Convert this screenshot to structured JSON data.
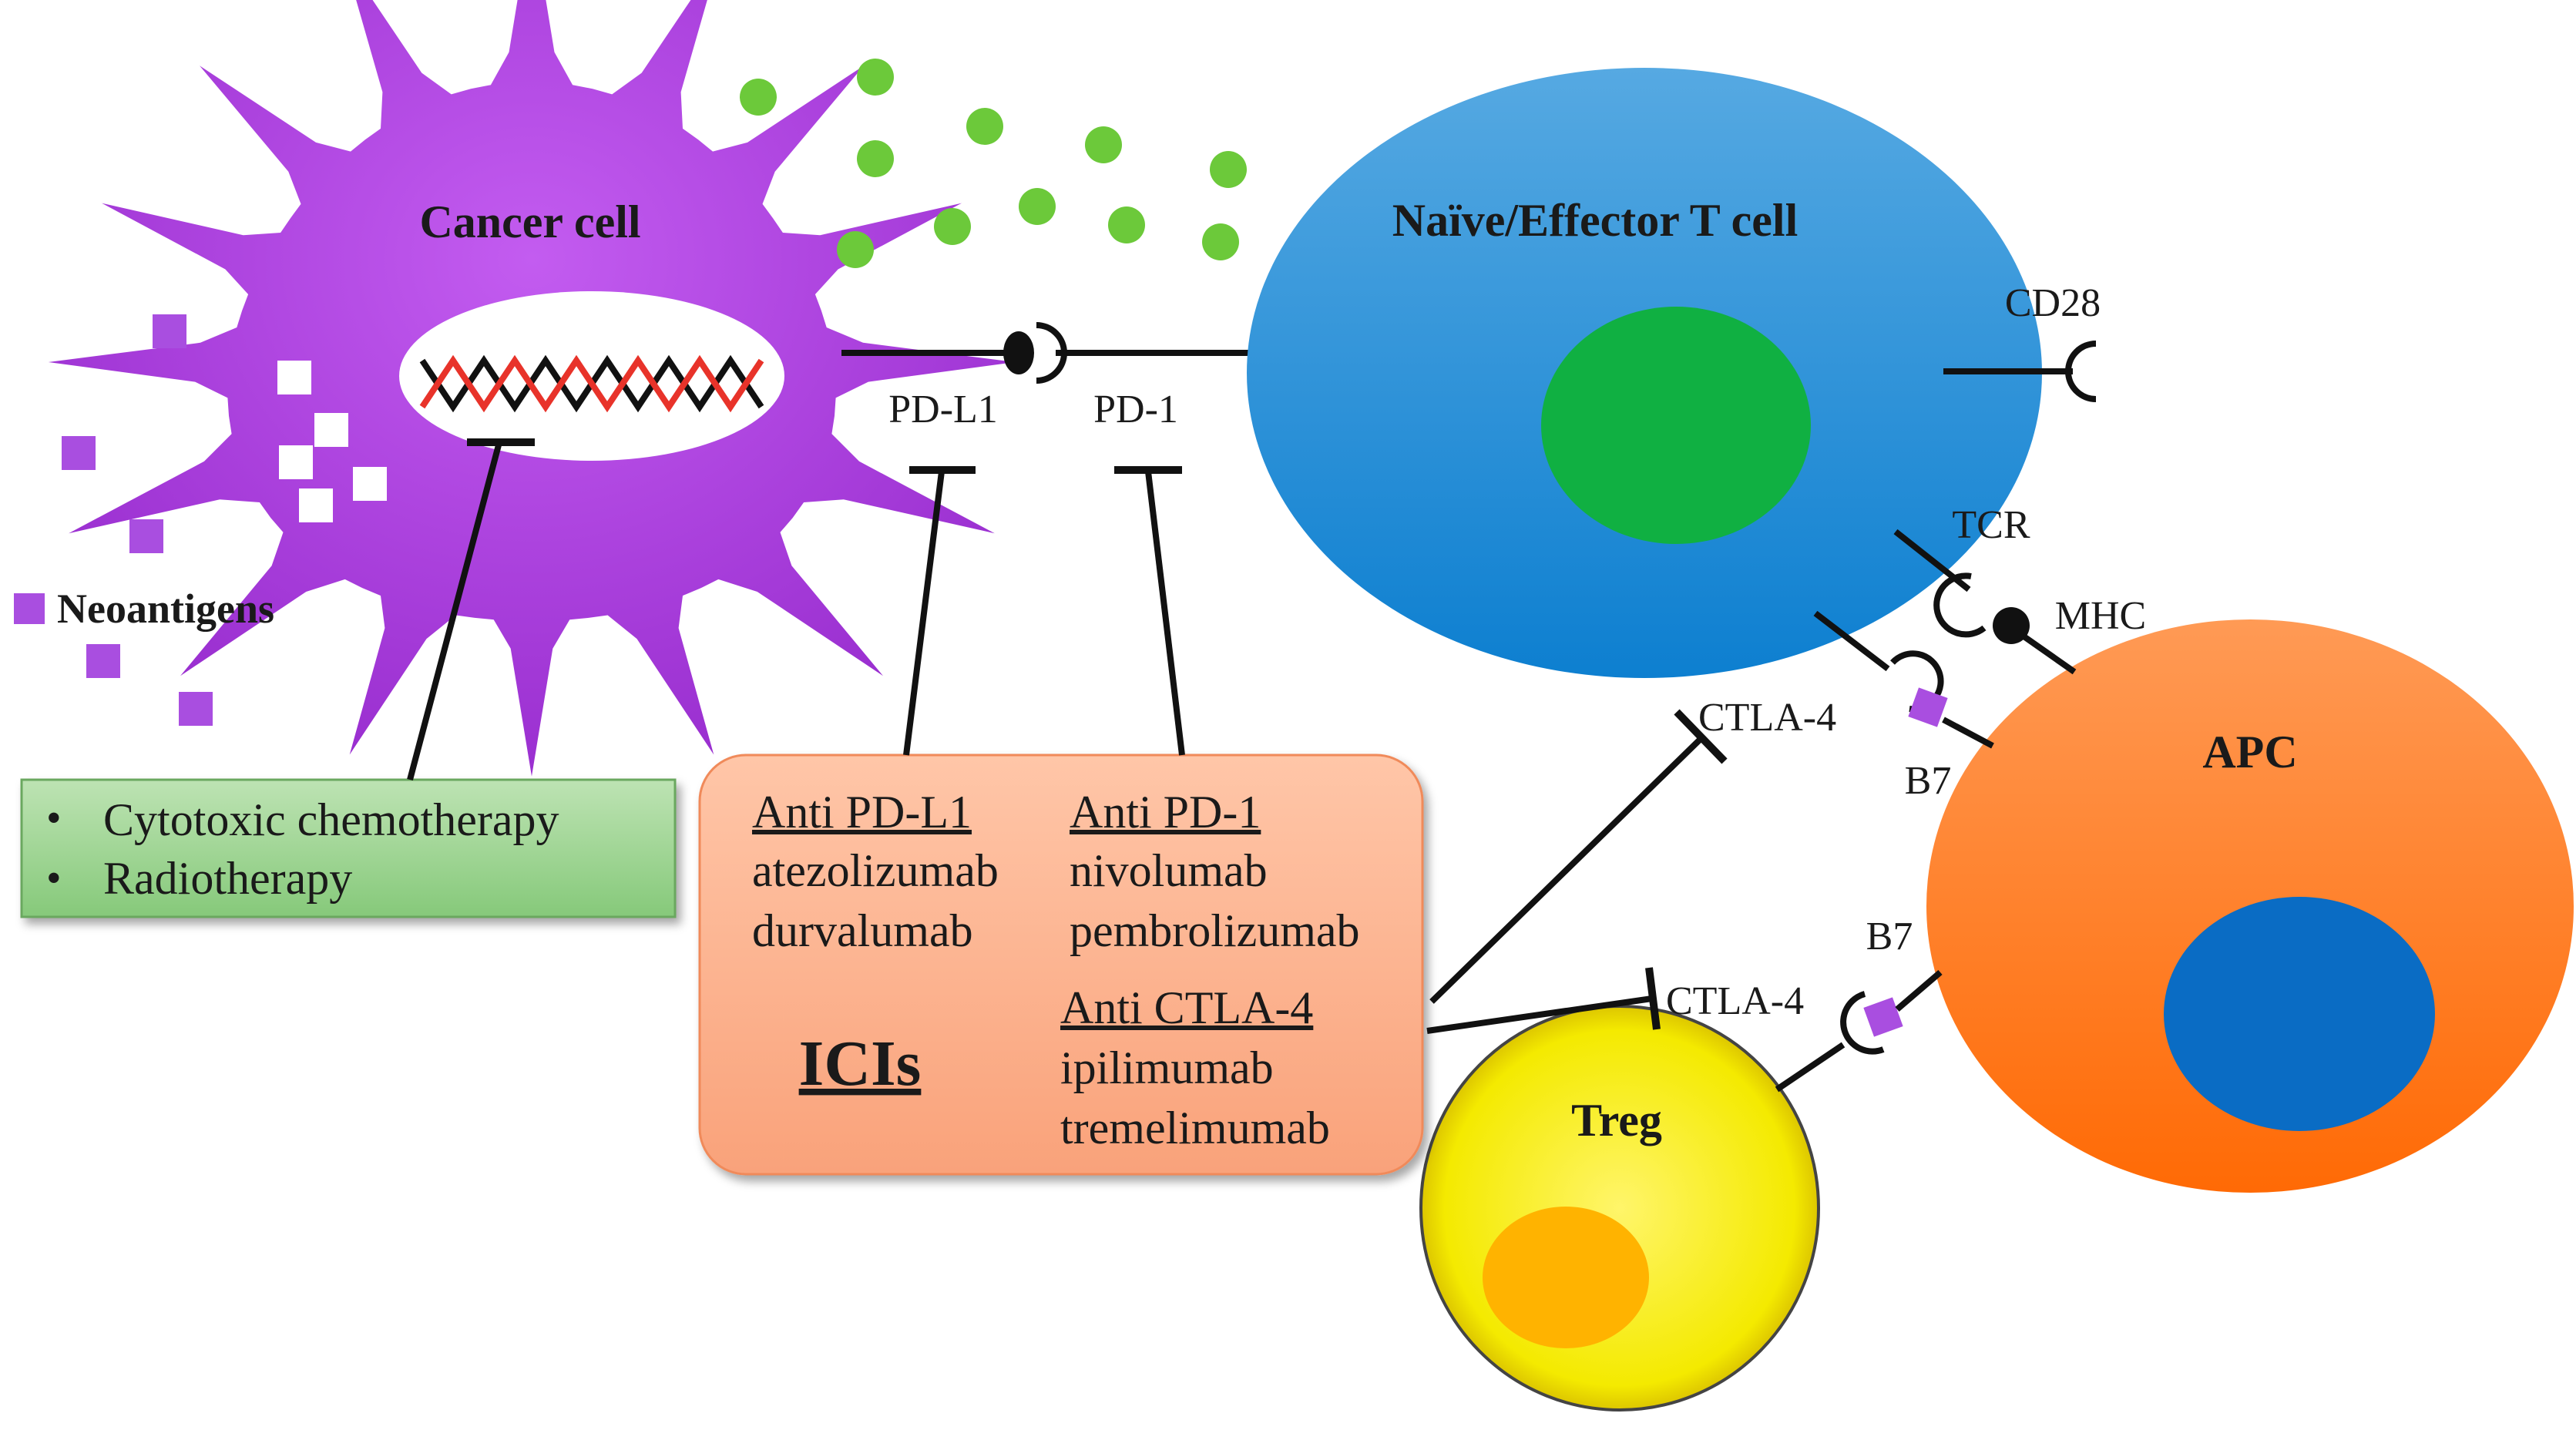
{
  "cells": {
    "cancer": {
      "label": "Cancer cell"
    },
    "tcell": {
      "label": "Naïve/Effector T cell"
    },
    "apc": {
      "label": "APC"
    },
    "treg": {
      "label": "Treg"
    }
  },
  "molecules": {
    "pdl1": "PD-L1",
    "pd1": "PD-1",
    "cd28": "CD28",
    "tcr": "TCR",
    "mhc": "MHC",
    "ctla4_top": "CTLA-4",
    "b7_top": "B7",
    "b7_bottom": "B7",
    "ctla4_bottom": "CTLA-4"
  },
  "legend": {
    "neoantigens": "Neoantigens"
  },
  "therapy_box": {
    "items": [
      "Cytotoxic chemotherapy",
      "Radiotherapy"
    ]
  },
  "ici_box": {
    "title": "ICIs",
    "anti_pdl1": {
      "heading": "Anti PD-L1",
      "drugs": [
        "atezolizumab",
        "durvalumab"
      ]
    },
    "anti_pd1": {
      "heading": "Anti PD-1",
      "drugs": [
        "nivolumab",
        "pembrolizumab"
      ]
    },
    "anti_ctla4": {
      "heading": "Anti CTLA-4",
      "drugs": [
        "ipilimumab",
        "tremelimumab"
      ]
    }
  },
  "colors": {
    "cancer": "#b042e0",
    "tcell": "#1a8fd8",
    "tcell_nucleus": "#10b042",
    "apc": "#ff7a1a",
    "apc_nucleus": "#0a6cc4",
    "treg": "#f4f000",
    "treg_nucleus": "#ffb300",
    "green_dots": "#6cc93a",
    "therapy_box": "#9fd595",
    "ici_box": "#fbb08e"
  }
}
